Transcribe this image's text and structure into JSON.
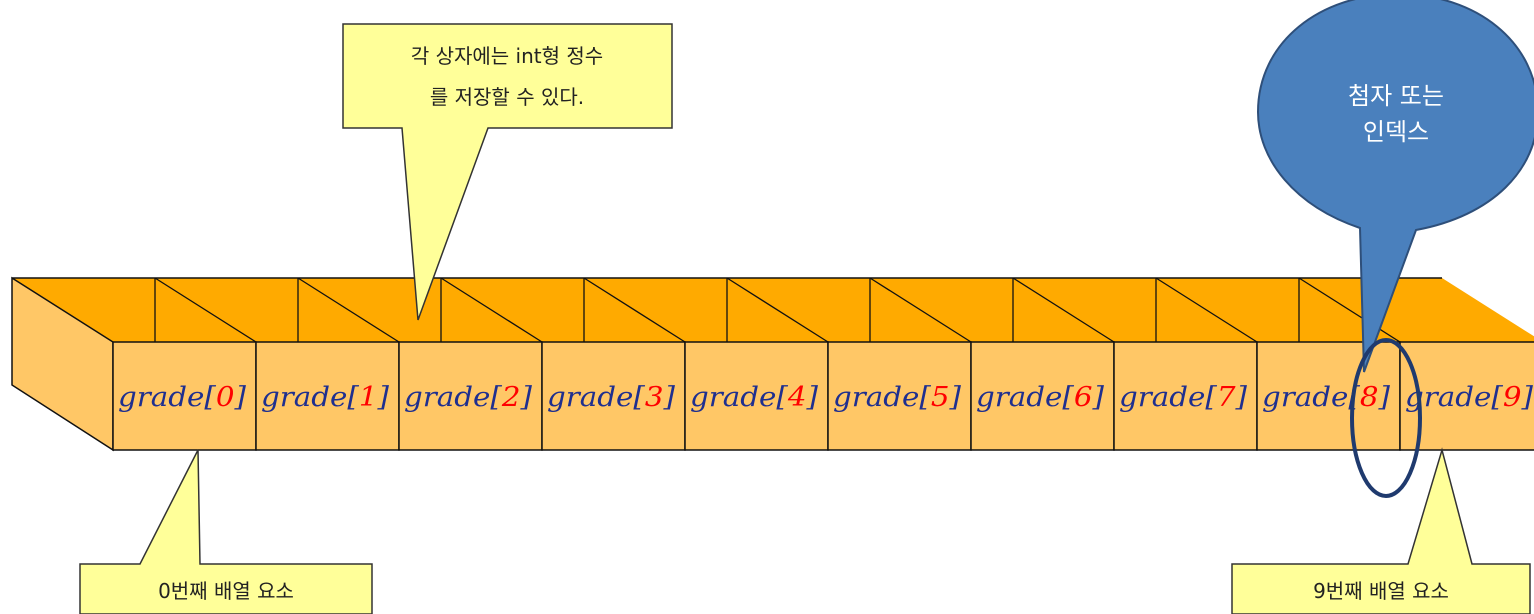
{
  "colors": {
    "box_front": "#FFC766",
    "box_back": "#FFAA00",
    "outline": "#111111",
    "callout_fill": "#FFFF99",
    "bubble_fill": "#4A80BD",
    "bubble_stroke": "#2E4F7A",
    "label_name": "#1F2F8F",
    "label_index": "#FF0000",
    "ellipse": "#1F3A6E"
  },
  "array": {
    "name": "grade",
    "cells": [
      {
        "name": "grade",
        "open": "[",
        "index": "0",
        "close": "]"
      },
      {
        "name": "grade",
        "open": "[",
        "index": "1",
        "close": "]"
      },
      {
        "name": "grade",
        "open": "[",
        "index": "2",
        "close": "]"
      },
      {
        "name": "grade",
        "open": "[",
        "index": "3",
        "close": "]"
      },
      {
        "name": "grade",
        "open": "[",
        "index": "4",
        "close": "]"
      },
      {
        "name": "grade",
        "open": "[",
        "index": "5",
        "close": "]"
      },
      {
        "name": "grade",
        "open": "[",
        "index": "6",
        "close": "]"
      },
      {
        "name": "grade",
        "open": "[",
        "index": "7",
        "close": "]"
      },
      {
        "name": "grade",
        "open": "[",
        "index": "8",
        "close": "]"
      },
      {
        "name": "grade",
        "open": "[",
        "index": "9",
        "close": "]"
      }
    ]
  },
  "callouts": {
    "top": {
      "line1": "각 상자에는 int형 정수",
      "line2": "를 저장할 수 있다."
    },
    "bottom_left": {
      "text": "0번째 배열 요소"
    },
    "bottom_right": {
      "text": "9번째 배열 요소"
    },
    "bubble": {
      "line1": "첨자 또는",
      "line2": "인덱스"
    }
  }
}
